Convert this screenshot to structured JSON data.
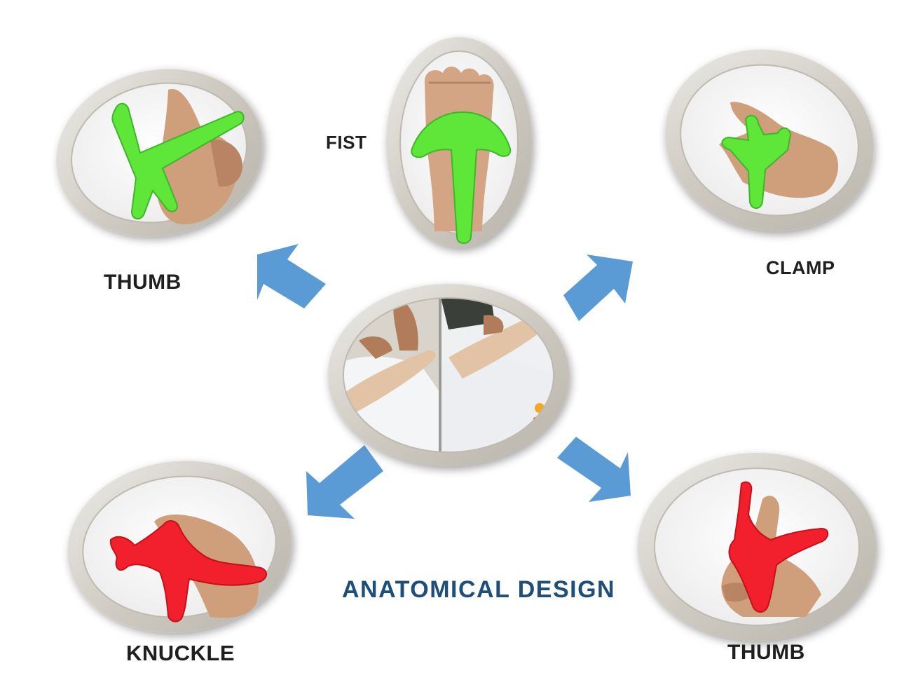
{
  "title": "ANATOMICAL DESIGN",
  "labels": {
    "thumb_top": "THUMB",
    "fist": "FIST",
    "clamp": "CLAMP",
    "knuckle": "KNUCKLE",
    "thumb_bottom": "THUMB"
  },
  "colors": {
    "arrow": "#5b9bd5",
    "green_tool": "#5ee639",
    "red_tool": "#f2202c",
    "frame": "#d9d6cf",
    "title": "#1f4e79"
  }
}
